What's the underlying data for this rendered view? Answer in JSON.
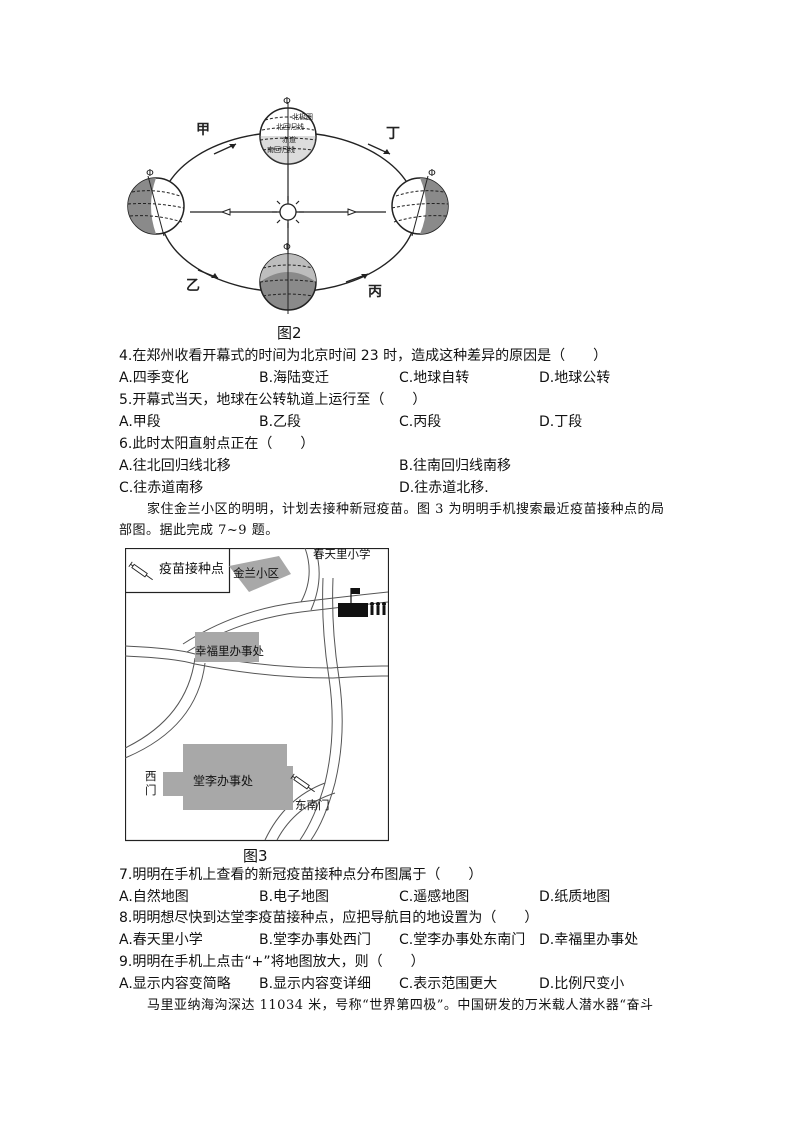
{
  "figure2": {
    "caption": "图2",
    "labels": {
      "jia": "甲",
      "yi": "乙",
      "bing": "丙",
      "ding": "丁"
    },
    "top_globe_labels": [
      "北极圈",
      "北回归线",
      "赤道",
      "南回归线"
    ],
    "axis_symbol": "Φ"
  },
  "questions_a": [
    {
      "stem": "4.在郑州收看开幕式的时间为北京时间 23 时，造成这种差异的原因是（　　）",
      "options": [
        "A.四季变化",
        "B.海陆变迁",
        "C.地球自转",
        "D.地球公转"
      ]
    },
    {
      "stem": "5.开幕式当天，地球在公转轨道上运行至（　　）",
      "options": [
        "A.甲段",
        "B.乙段",
        "C.丙段",
        "D.丁段"
      ]
    },
    {
      "stem": "6.此时太阳直射点正在（　　）",
      "options": [
        "A.往北回归线北移",
        "B.往南回归线南移",
        "C.往赤道南移",
        "D.往赤道北移."
      ]
    }
  ],
  "passage1": {
    "line1": "家住金兰小区的明明，计划去接种新冠疫苗。图 3 为明明手机搜索最近疫苗接种点的局",
    "line2": "部图。据此完成 7~9 题。"
  },
  "figure3": {
    "caption": "图3",
    "legend": "疫苗接种点",
    "jinlan": "金兰小区",
    "school": "春天里小学",
    "xingfuli": "幸福里办事处",
    "tangli": "堂李办事处",
    "west_gate_1": "西",
    "west_gate_2": "门",
    "southeast_gate": "东南门"
  },
  "questions_b": [
    {
      "stem": "7.明明在手机上查看的新冠疫苗接种点分布图属于（　　）",
      "options": [
        "A.自然地图",
        "B.电子地图",
        "C.遥感地图",
        "D.纸质地图"
      ]
    },
    {
      "stem": "8.明明想尽快到达堂李疫苗接种点，应把导航目的地设置为（　　）",
      "options": [
        "A.春天里小学",
        "B.堂李办事处西门",
        "C.堂李办事处东南门",
        "D.幸福里办事处"
      ]
    },
    {
      "stem": "9.明明在手机上点击“+”将地图放大，则（　　）",
      "options": [
        "A.显示内容变简略",
        "B.显示内容变详细",
        "C.表示范围更大",
        "D.比例尺变小"
      ]
    }
  ],
  "passage2": {
    "line1": "马里亚纳海沟深达 11034 米，号称“世界第四极”。中国研发的万米载人潜水器“奋斗"
  }
}
